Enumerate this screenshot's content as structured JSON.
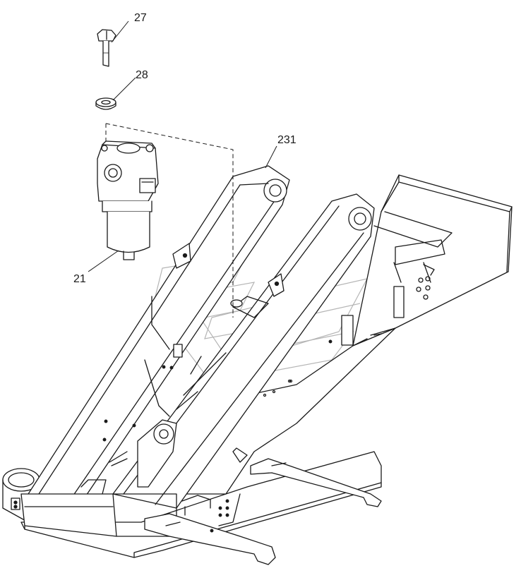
{
  "callouts": {
    "bolt": "27",
    "washer": "28",
    "filter": "21",
    "frame": "231"
  }
}
